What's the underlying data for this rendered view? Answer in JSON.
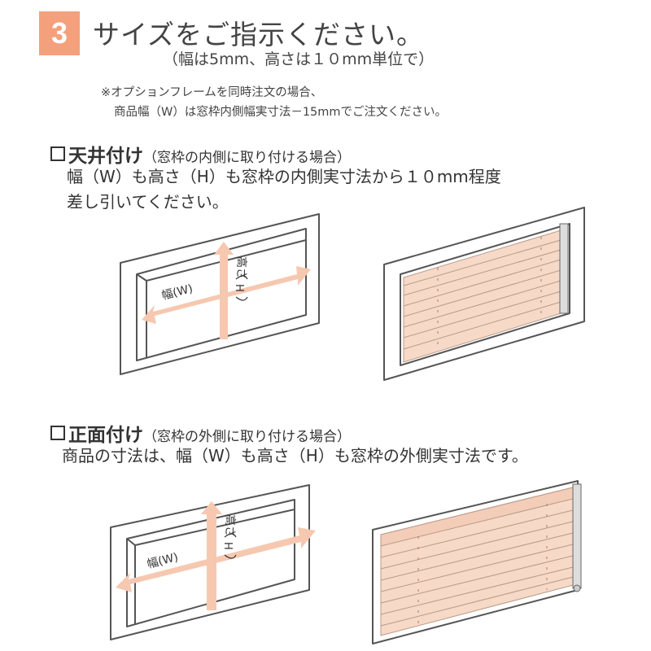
{
  "header": {
    "step_number": "3",
    "title": "サイズをご指示ください。",
    "subtitle": "（幅は5mm、高さは１０mm単位で）"
  },
  "note": {
    "line1": "※オプションフレームを同時注文の場合、",
    "line2": "商品幅（W）は窓枠内側幅実寸法－15mmでご注文ください。"
  },
  "ceiling_mount": {
    "title": "天井付け",
    "condition": "（窓枠の内側に取り付ける場合）",
    "desc_line1": "幅（W）も高さ（H）も窓枠の内側実寸法から１０mm程度",
    "desc_line2": "差し引いてください。",
    "width_label": "幅(W)",
    "height_label": "高さ",
    "height_symbol": "H"
  },
  "front_mount": {
    "title": "正面付け",
    "condition": "（窓枠の外側に取り付ける場合）",
    "desc_line1": "商品の寸法は、幅（W）も高さ（H）も窓枠の外側実寸法です。",
    "width_label": "幅(W)",
    "height_label": "高さ",
    "height_symbol": "H"
  },
  "colors": {
    "accent": "#f4a07c",
    "arrow": "#f6c8b0",
    "blind": "#f7d9c8",
    "frame_stroke": "#555555"
  }
}
